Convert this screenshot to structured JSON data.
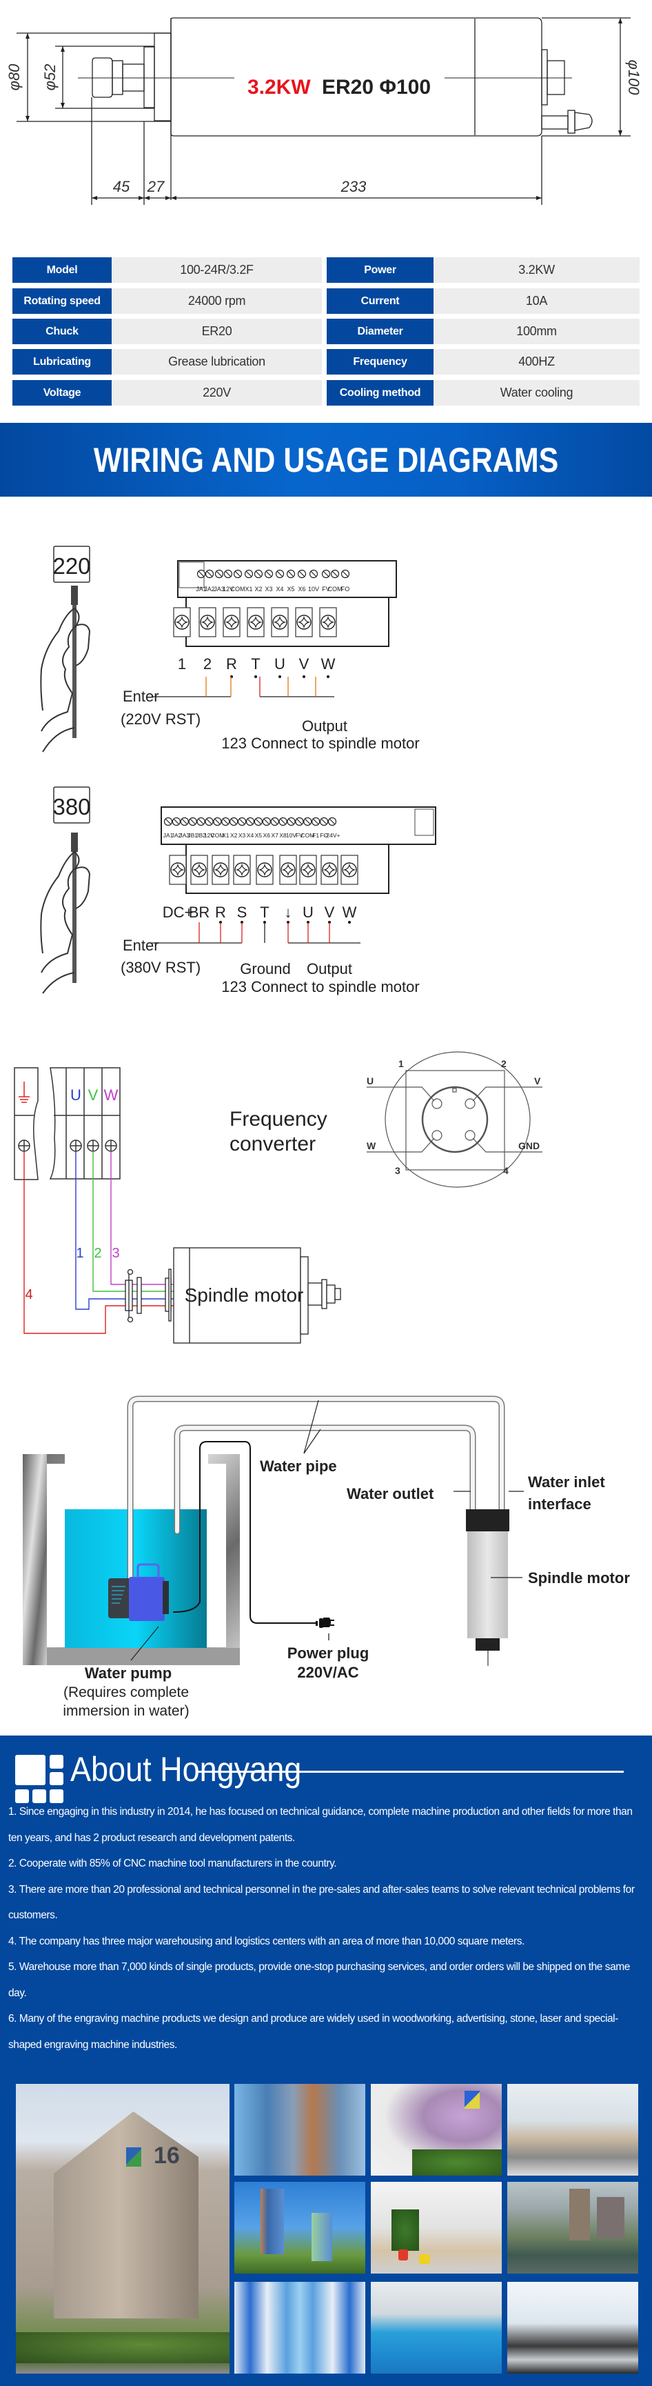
{
  "dimension_drawing": {
    "title_power": "3.2KW",
    "title_rest": "ER20 Φ100",
    "dim_phi80": "φ80",
    "dim_phi52": "φ52",
    "dim_phi100": "φ100",
    "dim_45": "45",
    "dim_27": "27",
    "dim_233": "233",
    "accent_color": "#e8141b"
  },
  "specs": {
    "left": [
      {
        "label": "Model",
        "value": "100-24R/3.2F"
      },
      {
        "label": "Rotating speed",
        "value": "24000 rpm"
      },
      {
        "label": "Chuck",
        "value": "ER20"
      },
      {
        "label": "Lubricating",
        "value": "Grease lubrication"
      },
      {
        "label": "Voltage",
        "value": "220V"
      }
    ],
    "right": [
      {
        "label": "Power",
        "value": "3.2KW"
      },
      {
        "label": "Current",
        "value": "10A"
      },
      {
        "label": "Diameter",
        "value": "100mm"
      },
      {
        "label": "Frequency",
        "value": "400HZ"
      },
      {
        "label": "Cooling method",
        "value": "Water cooling"
      }
    ]
  },
  "banner": {
    "title": "WIRING AND USAGE DIAGRAMS"
  },
  "wiring_220": {
    "voltage_tag": "220",
    "control_terminals": [
      "JA1",
      "JA2",
      "JA3",
      "12V",
      "COM",
      "X1",
      "X2",
      "X3",
      "X4",
      "X5",
      "X6",
      "10V",
      "FV",
      "COM",
      "FO"
    ],
    "power_terminals": [
      "1",
      "2",
      "R",
      "T",
      "U",
      "V",
      "W"
    ],
    "enter_label": "Enter",
    "enter_sub": "(220V RST)",
    "output_label": "Output",
    "output_sub": "123 Connect to spindle motor"
  },
  "wiring_380": {
    "voltage_tag": "380",
    "control_terminals": [
      "JA1",
      "JA2",
      "JA3",
      "JB1",
      "JB2",
      "12V",
      "COM",
      "X1",
      "X2",
      "X3",
      "X4",
      "X5",
      "X6",
      "X7",
      "X8",
      "10V",
      "FV",
      "COM",
      "F1",
      "FO",
      "-24V+"
    ],
    "power_terminals": [
      "DC+",
      "BR",
      "R",
      "S",
      "T",
      "↓",
      "U",
      "V",
      "W"
    ],
    "enter_label": "Enter",
    "enter_sub": "(380V RST)",
    "ground_label": "Ground",
    "output_label": "Output",
    "output_sub": "123 Connect to spindle motor"
  },
  "motor_connection": {
    "phase_labels": [
      "U",
      "V",
      "W"
    ],
    "converter_line1": "Frequency",
    "converter_line2": "converter",
    "wire_numbers": [
      "1",
      "2",
      "3",
      "4"
    ],
    "motor_label": "Spindle motor",
    "connector": {
      "pins": [
        "1",
        "2",
        "3",
        "4"
      ],
      "signals": [
        "U",
        "V",
        "W",
        "GND"
      ]
    },
    "wire_colors": {
      "u": "#2a3fd0",
      "v": "#3cc23c",
      "w": "#c040c8",
      "gnd": "#e02020"
    }
  },
  "cooling": {
    "water_pipe": "Water pipe",
    "water_outlet": "Water outlet",
    "water_inlet_line1": "Water inlet",
    "water_inlet_line2": "interface",
    "spindle_motor": "Spindle motor",
    "power_plug_line1": "Power plug",
    "power_plug_line2": "220V/AC",
    "water_pump": "Water pump",
    "pump_note_line1": "(Requires complete",
    "pump_note_line2": "immersion in water)"
  },
  "about": {
    "title": "About Hongyang",
    "paragraphs": [
      "1. Since engaging in this industry in 2014, he has focused on technical guidance, complete machine production and other fields for more than ten years, and has 2 product research and development patents.",
      "2. Cooperate with 85% of CNC machine tool manufacturers in the country.",
      "3. There are more than 20 professional and technical personnel in the pre-sales and after-sales teams to solve relevant technical problems for customers.",
      "4. The company has three major warehousing and logistics centers with an area of more than 10,000 square meters.",
      "5. Warehouse more than 7,000 kinds of single products, provide one-stop purchasing services, and order orders will be shipped on the same day.",
      "6. Many of the engraving machine products we design and produce are widely used in woodworking, advertising, stone, laser and special-shaped engraving machine industries."
    ],
    "building_number": "16",
    "photos": [
      "company-building",
      "office-tower",
      "reception-logo",
      "office-desks",
      "skyscrapers",
      "lobby-lounge",
      "city-river-view",
      "warehouse-shelves",
      "assembly-line",
      "cnc-workshop"
    ]
  }
}
